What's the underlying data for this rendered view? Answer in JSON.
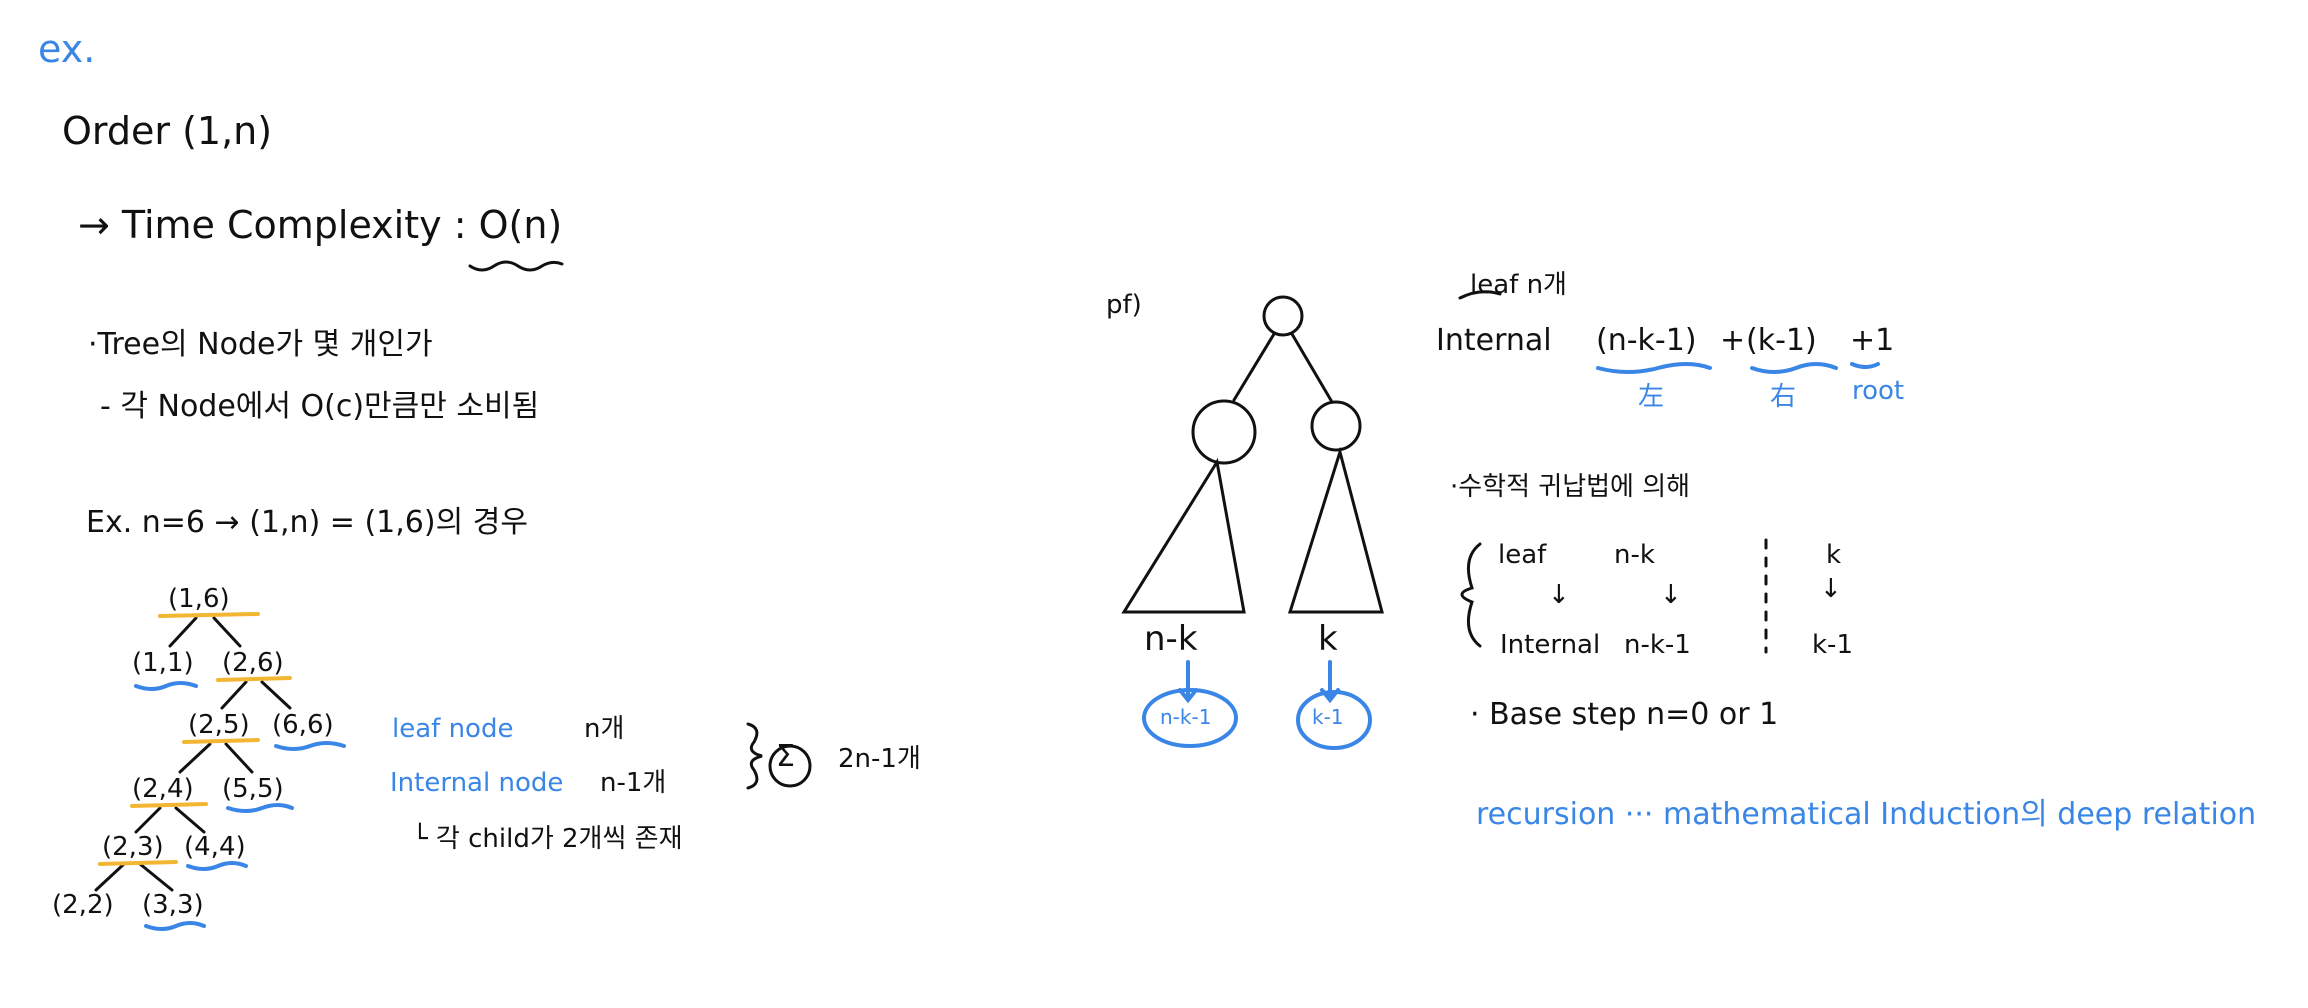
{
  "title": "ex.",
  "order_call": "Order (1,n)",
  "complexity_line": "→ Time Complexity : O(n)",
  "bullet_nodes": "·Tree의 Node가 몇 개인가",
  "bullet_const": "- 각 Node에서 O(c)만큼만 소비됨",
  "example_line": "Ex. n=6 → (1,n) = (1,6)의 경우",
  "tree_nodes": {
    "n16": "(1,6)",
    "n11": "(1,1)",
    "n26": "(2,6)",
    "n25": "(2,5)",
    "n66": "(6,6)",
    "n24": "(2,4)",
    "n55": "(5,5)",
    "n23": "(2,3)",
    "n44": "(4,4)",
    "n22": "(2,2)",
    "n33": "(3,3)"
  },
  "leaf_label": "leaf node",
  "leaf_count": "n개",
  "internal_label": "Internal node",
  "internal_count": "n-1개",
  "sum_count": "2n-1개",
  "sum_symbol": "Σ",
  "child_note": "└ 각 child가 2개씩 존재",
  "pf_label": "pf)",
  "subtree_left_label": "n-k",
  "subtree_right_label": "k",
  "left_circle_label": "n-k-1",
  "right_circle_label": "k-1",
  "leaf_top_note": "leaf n개",
  "internal_word": "Internal",
  "formula_term1": "(n-k-1)",
  "formula_plus1": "+",
  "formula_term2": "(k-1)",
  "formula_plus2": "+1",
  "under1": "左",
  "under2": "右",
  "under3": "root",
  "induction_title": "·수학적 귀납법에 의해",
  "table_leaf": "leaf",
  "table_leaf_nk": "n-k",
  "table_leaf_k": "k",
  "table_internal": "Internal",
  "table_internal_nk1": "n-k-1",
  "table_internal_k1": "k-1",
  "arrow": "↓",
  "base_step": "· Base step   n=0 or 1",
  "footer_line": "recursion ··· mathematical Induction의 deep relation",
  "colors": {
    "ink": "#111111",
    "blue": "#3a86e6",
    "highlight": "#f2b632"
  }
}
